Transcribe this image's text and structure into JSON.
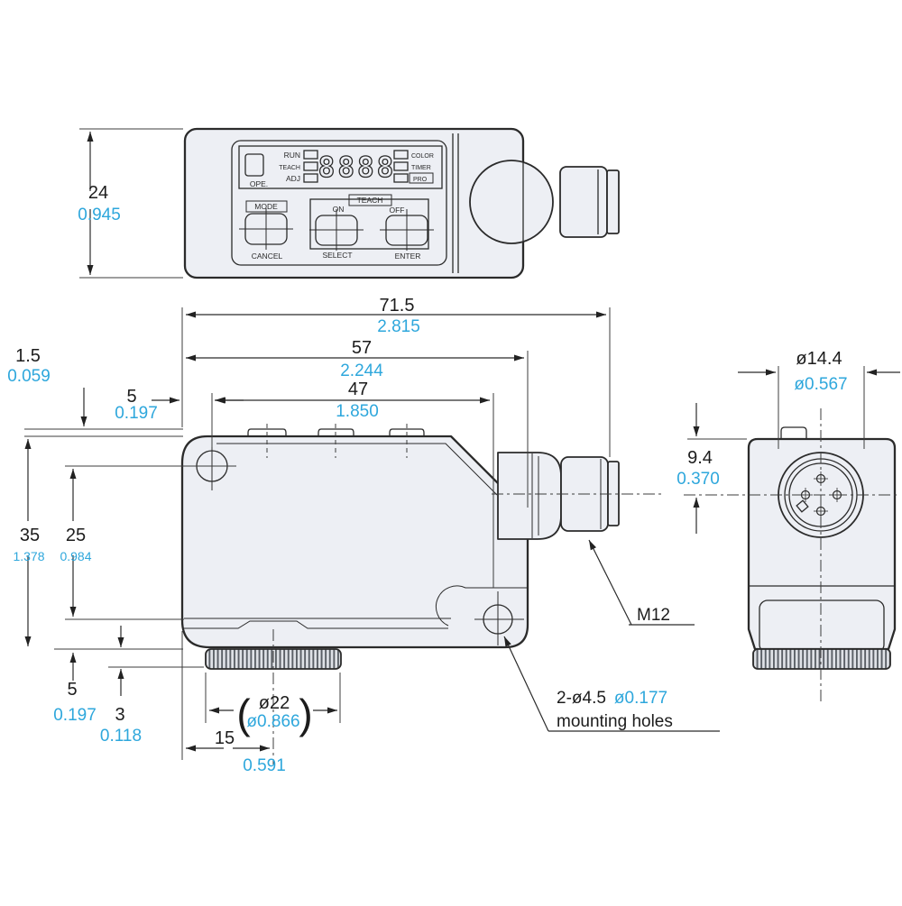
{
  "drawing_title": "sensor-outline-dimension-drawing",
  "units": {
    "primary": "mm",
    "secondary": "inch"
  },
  "colors": {
    "line": "#2b2b2b",
    "inch_text": "#2ea7dc",
    "body_fill": "#edeff4",
    "background": "#ffffff"
  },
  "panel": {
    "ope": "OPE.",
    "run": "RUN",
    "teach_indicator": "TEACH",
    "adj": "ADJ",
    "display_value": "8888",
    "color": "COLOR",
    "timer": "TIMER",
    "pro": "PRO",
    "mode": "MODE",
    "cancel": "CANCEL",
    "teach_group": "TEACH",
    "on": "ON",
    "off": "OFF",
    "select": "SELECT",
    "enter": "ENTER"
  },
  "dims": {
    "w24": {
      "mm": "24",
      "in": "0.945"
    },
    "l715": {
      "mm": "71.5",
      "in": "2.815"
    },
    "l57": {
      "mm": "57",
      "in": "2.244"
    },
    "l47": {
      "mm": "47",
      "in": "1.850"
    },
    "t15": {
      "mm": "1.5",
      "in": "0.059"
    },
    "off5t": {
      "mm": "5",
      "in": "0.197"
    },
    "h35": {
      "mm": "35",
      "in": "1.378"
    },
    "p25": {
      "mm": "25",
      "in": "0.984"
    },
    "off5b": {
      "mm": "5",
      "in": "0.197"
    },
    "w3": {
      "mm": "3",
      "in": "0.118"
    },
    "w15": {
      "mm": "15",
      "in": "0.591"
    },
    "d22": {
      "mm": "ø22",
      "in": "ø0.866",
      "open": "(",
      "close": ")"
    },
    "d144": {
      "mm": "ø14.4",
      "in": "ø0.567"
    },
    "o94": {
      "mm": "9.4",
      "in": "0.370"
    }
  },
  "notes": {
    "m12": "M12",
    "holes_mm": "2-ø4.5",
    "holes_in": "ø0.177",
    "holes_text": "mounting holes"
  }
}
